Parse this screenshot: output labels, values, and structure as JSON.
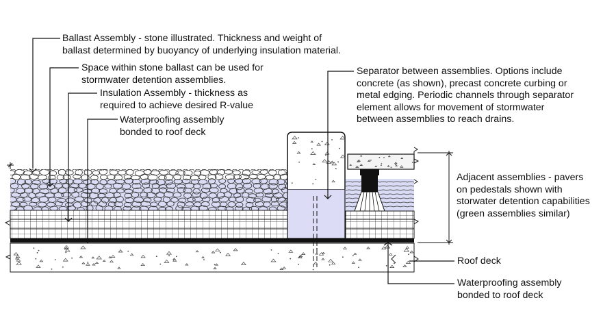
{
  "callouts": {
    "ballast": "Ballast Assembly - stone illustrated. Thickness and weight of\nballast determined by buoyancy of underlying insulation material.",
    "stone_space": "Space within stone ballast can be used for\nstormwater detention assemblies.",
    "insulation": "Insulation Assembly - thickness as\nrequired to achieve desired R-value",
    "waterproofing": "Waterproofing assembly\nbonded to roof deck",
    "separator": "Separator between assemblies.  Options include\nconcrete (as shown), precast concrete curbing or\nmetal edging.  Periodic channels through separator\nelement allows for movement of stormwater\nbetween assemblies to reach drains.",
    "adjacent": "Adjacent assemblies - pavers\non pedestals shown with\nstorwater detention capabilities\n(green assemblies similar)",
    "roof_deck": "Roof deck",
    "waterproofing_right": "Waterproofing assembly\nbonded to roof deck"
  },
  "colors": {
    "line": "#111111",
    "water_tint": "#d9dcf4",
    "separator_tint": "#dcdcf6"
  }
}
